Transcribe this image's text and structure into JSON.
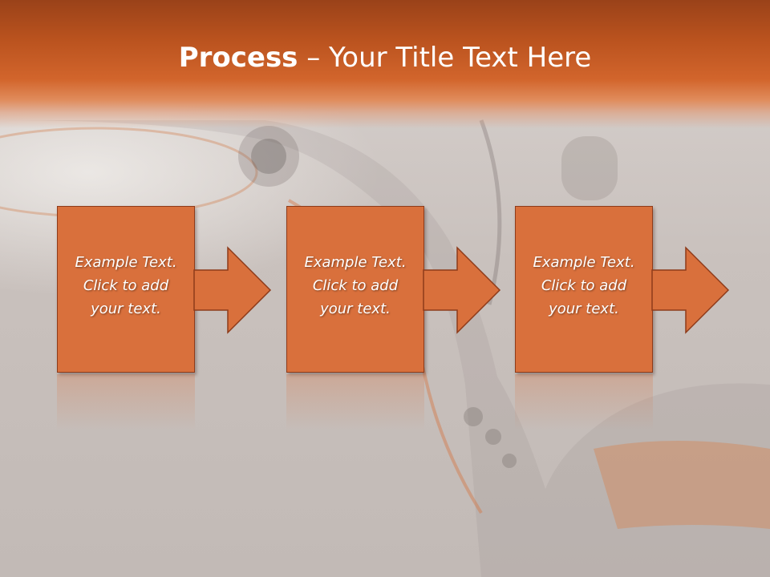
{
  "slide": {
    "title_bold": "Process",
    "title_rest": " – Your Title Text Here"
  },
  "steps": [
    {
      "line1": "Example Text.",
      "line2": "Click  to add",
      "line3": "your text."
    },
    {
      "line1": "Example Text.",
      "line2": "Click  to add",
      "line3": "your text."
    },
    {
      "line1": "Example Text.",
      "line2": "Click  to add",
      "line3": "your text."
    }
  ],
  "colors": {
    "accent": "#d9703c",
    "border": "#8e3b1a",
    "header_top": "#9a4219",
    "background": "#cdc6c2"
  }
}
